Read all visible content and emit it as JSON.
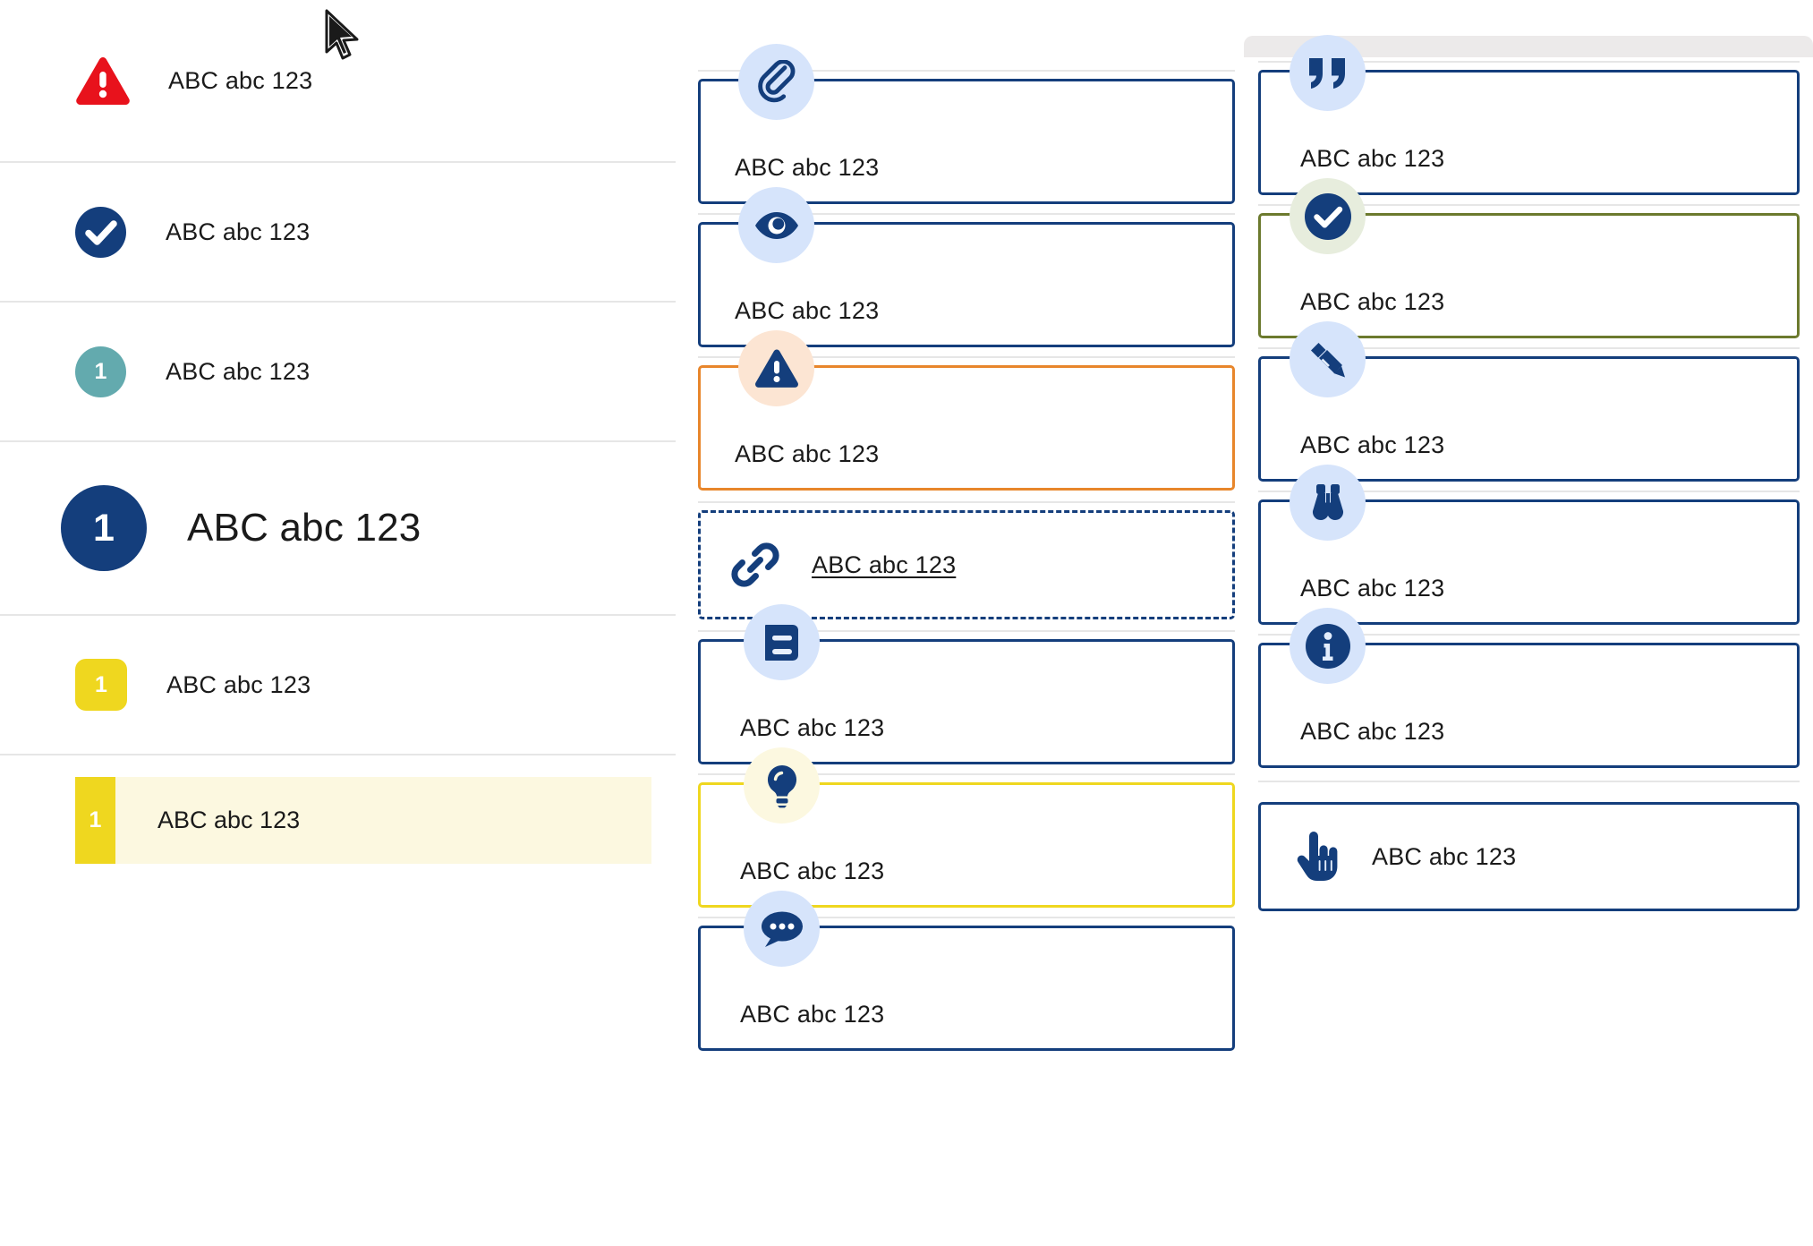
{
  "left_panel": {
    "rows": [
      {
        "badge": "warning-triangle",
        "badge_color": "#e8121c",
        "label": "ABC abc 123"
      },
      {
        "badge": "check-circle",
        "badge_color": "#143e7c",
        "label": "ABC abc 123"
      },
      {
        "badge": "number-circle",
        "badge_color": "#63aaae",
        "badge_text": "1",
        "label": "ABC abc 123"
      },
      {
        "badge": "number-circle-large",
        "badge_color": "#143e7c",
        "badge_text": "1",
        "label": "ABC abc 123"
      },
      {
        "badge": "number-square",
        "badge_color": "#efd71f",
        "badge_text": "1",
        "label": "ABC abc 123"
      }
    ],
    "highlight_row": {
      "badge_text": "1",
      "label": "ABC abc 123",
      "bar_color": "#efd71f",
      "bg_color": "#fcf8e0"
    }
  },
  "middle_column": {
    "cards": [
      {
        "icon": "paperclip-icon",
        "icon_bg": "#d6e4fb",
        "border_color": "#143e7c",
        "border_style": "solid",
        "label": "ABC abc 123"
      },
      {
        "icon": "eye-icon",
        "icon_bg": "#d6e4fb",
        "border_color": "#143e7c",
        "border_style": "solid",
        "label": "ABC abc 123"
      },
      {
        "icon": "warning-triangle-icon",
        "icon_bg": "#fce5d3",
        "border_color": "#e8862b",
        "border_style": "solid",
        "label": "ABC abc 123"
      },
      {
        "icon": "link-icon",
        "icon_bg": "none",
        "border_color": "#143e7c",
        "border_style": "dashed",
        "label": "ABC abc 123",
        "layout": "inline",
        "underline": true
      },
      {
        "icon": "book-icon",
        "icon_bg": "#d6e4fb",
        "border_color": "#143e7c",
        "border_style": "solid",
        "label": "ABC abc 123"
      },
      {
        "icon": "lightbulb-icon",
        "icon_bg": "#fcf8e0",
        "border_color": "#efd71f",
        "border_style": "solid",
        "label": "ABC abc 123"
      },
      {
        "icon": "chat-bubble-icon",
        "icon_bg": "#d6e4fb",
        "border_color": "#143e7c",
        "border_style": "solid",
        "label": "ABC abc 123"
      }
    ]
  },
  "right_column": {
    "cards": [
      {
        "icon": "quote-icon",
        "icon_bg": "#d6e4fb",
        "border_color": "#143e7c",
        "border_style": "solid",
        "label": "ABC abc 123"
      },
      {
        "icon": "check-circle-icon",
        "icon_bg": "#e7eddd",
        "border_color": "#6c7a2e",
        "border_style": "solid",
        "label": "ABC abc 123"
      },
      {
        "icon": "pencil-icon",
        "icon_bg": "#d6e4fb",
        "border_color": "#143e7c",
        "border_style": "solid",
        "label": "ABC abc 123"
      },
      {
        "icon": "binoculars-icon",
        "icon_bg": "#d6e4fb",
        "border_color": "#143e7c",
        "border_style": "solid",
        "label": "ABC abc 123"
      },
      {
        "icon": "info-circle-icon",
        "icon_bg": "#d6e4fb",
        "border_color": "#143e7c",
        "border_style": "solid",
        "label": "ABC abc 123"
      },
      {
        "icon": "pointing-hand-icon",
        "icon_bg": "none",
        "border_color": "#143e7c",
        "border_style": "solid",
        "label": "ABC abc 123",
        "layout": "inline"
      }
    ]
  },
  "colors": {
    "navy": "#143e7c",
    "red": "#e8121c",
    "teal": "#63aaae",
    "yellow": "#efd71f",
    "orange": "#e8862b",
    "olive": "#6c7a2e",
    "icon_bg_blue": "#d6e4fb",
    "icon_bg_peach": "#fce5d3",
    "icon_bg_green": "#e7eddd",
    "icon_bg_yellow": "#fcf8e0",
    "divider": "#e6e6e6",
    "text": "#1a1a1a"
  }
}
